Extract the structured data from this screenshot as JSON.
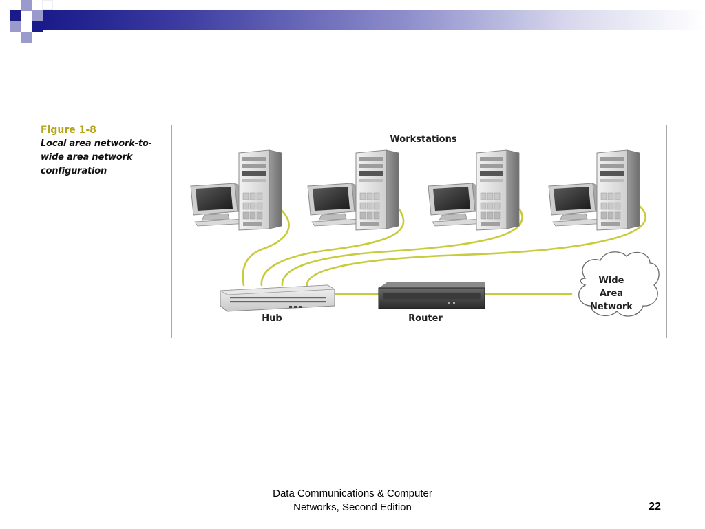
{
  "figure": {
    "label": "Figure 1-8",
    "caption_lines": [
      "Local area network-to-",
      "wide area network",
      "configuration"
    ],
    "labels": {
      "workstations": "Workstations",
      "hub": "Hub",
      "router": "Router",
      "wan_lines": [
        "Wide",
        "Area",
        "Network"
      ]
    }
  },
  "footer": {
    "lines": [
      "Data Communications & Computer",
      "Networks, Second Edition"
    ],
    "page_number": "22"
  },
  "colors": {
    "accent_navy": "#1a1a8a",
    "accent_lavender": "#9a9acc",
    "cable": "#c8cc3c",
    "figure_label": "#b5a51c"
  },
  "icons": [
    "workstation-monitor-icon",
    "tower-computer-icon",
    "hub-icon",
    "router-icon",
    "cloud-icon"
  ]
}
